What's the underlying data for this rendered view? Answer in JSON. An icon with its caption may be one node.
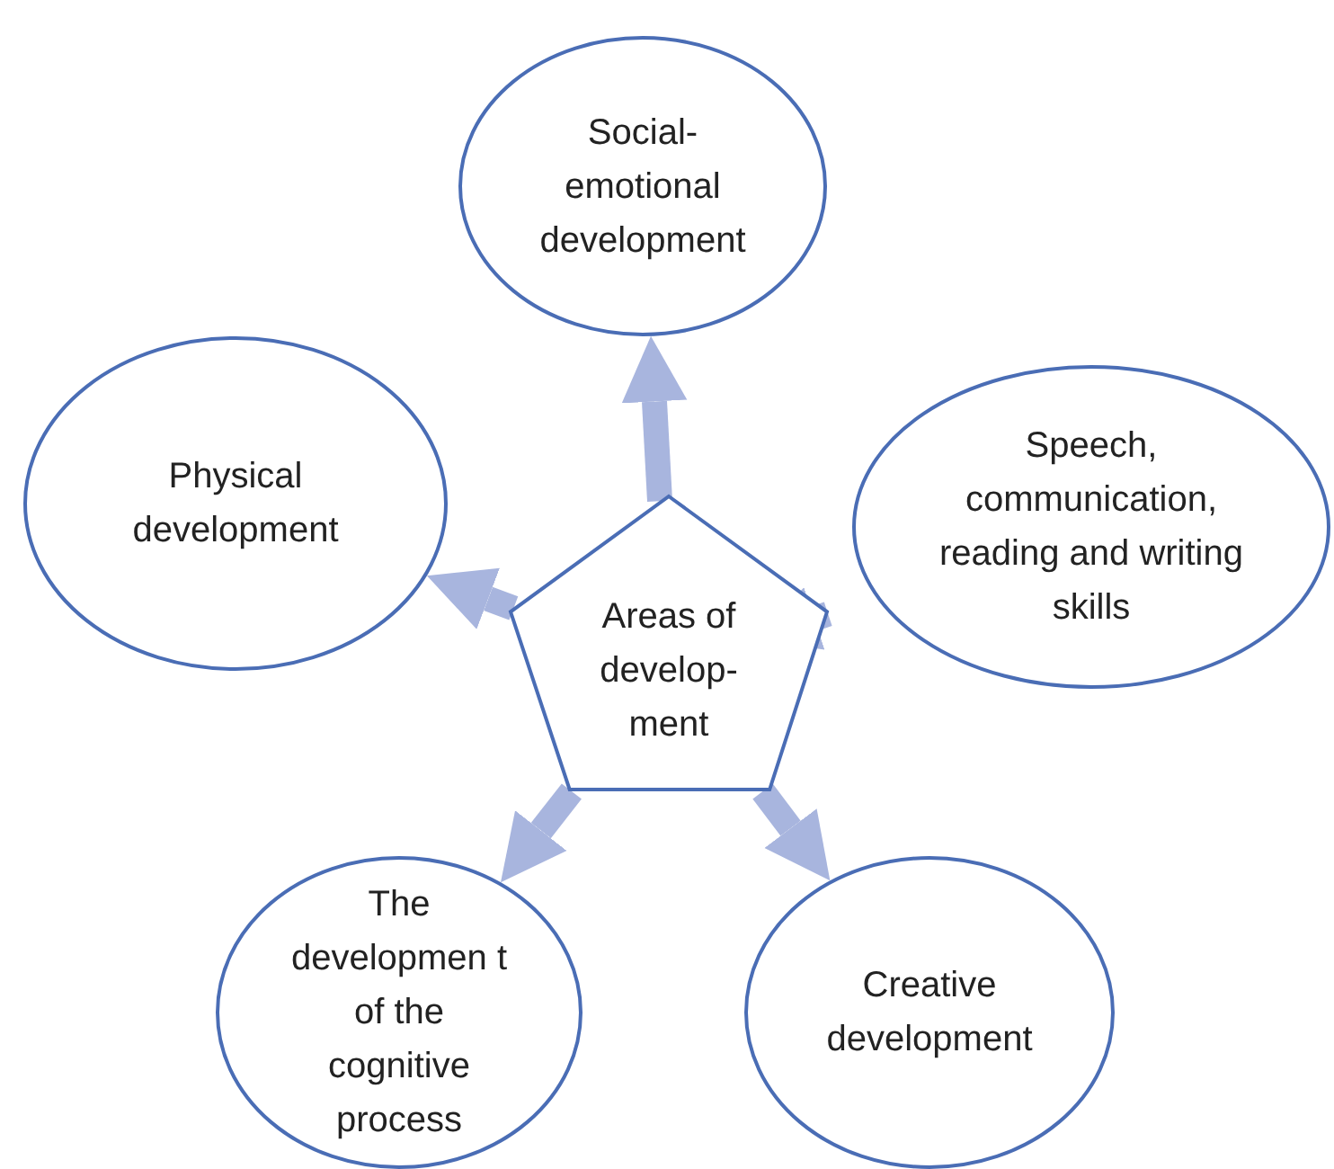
{
  "diagram": {
    "nodes": [
      {
        "text": [
          "Areas of develop- ment"
        ]
      },
      {
        "text": [
          "Social- emotional development"
        ]
      },
      {
        "text": [
          "Physical development"
        ]
      },
      {
        "text": [
          "Speech, communication, reading and writing skills"
        ]
      },
      {
        "text": [
          "The developmen t of the cognitive process"
        ]
      },
      {
        "text": [
          "Creative development"
        ]
      }
    ],
    "edges": [
      {
        "from": 0,
        "to": 1,
        "arrow": "to"
      },
      {
        "from": 0,
        "to": 2,
        "arrow": "to"
      },
      {
        "from": 0,
        "to": 3,
        "arrow": "to"
      },
      {
        "from": 0,
        "to": 4,
        "arrow": "to"
      },
      {
        "from": 0,
        "to": 5,
        "arrow": "to"
      }
    ]
  }
}
